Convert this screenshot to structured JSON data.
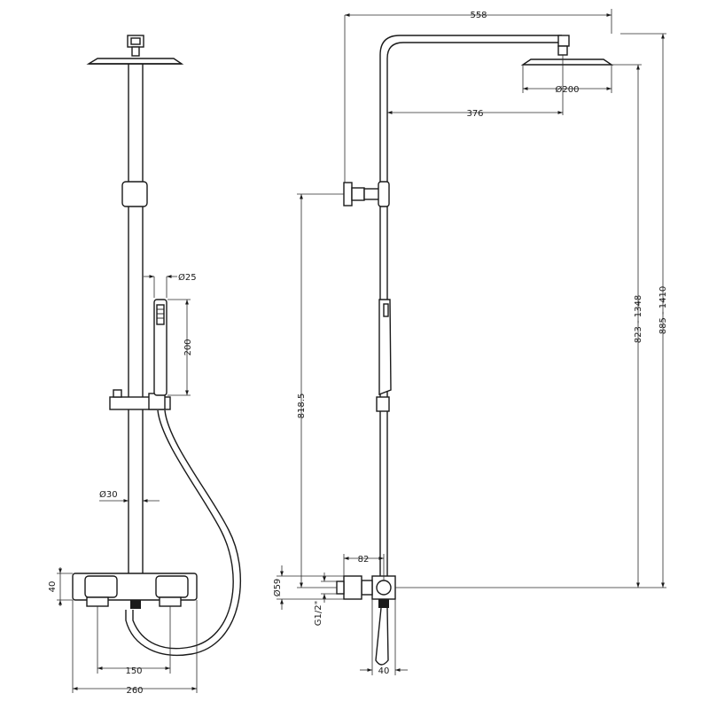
{
  "front_view": {
    "head_diameter": "Ø25",
    "handset_length": "200",
    "riser_diameter": "Ø30",
    "valve_height": "40",
    "valve_centres": "150",
    "valve_width": "260"
  },
  "side_view": {
    "arm_projection": "558",
    "head_diameter": "Ø200",
    "arm_length": "376",
    "bracket_height": "818.5",
    "height_range_low": "823 - 1348",
    "height_range_high": "885 - 1410",
    "outlet_offset": "82",
    "outlet_diameter": "Ø59",
    "thread_size": "G1/2\"",
    "outlet_width": "40"
  }
}
